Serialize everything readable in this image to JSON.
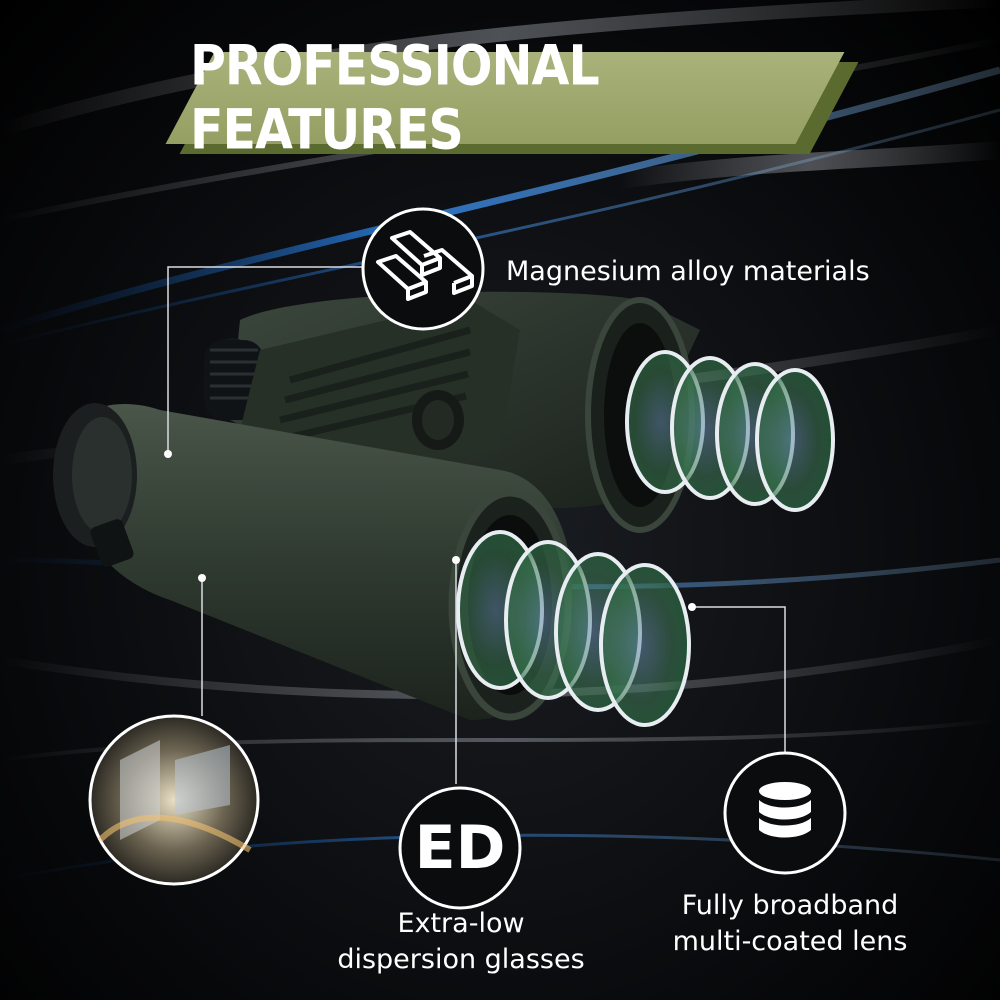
{
  "header": {
    "title": "PROFESSIONAL FEATURES"
  },
  "features": {
    "magnesium": {
      "label": "Magnesium alloy materials",
      "icon": "alloy-bars-icon"
    },
    "ed": {
      "badge": "ED",
      "line1": "Extra-low",
      "line2": "dispersion glasses"
    },
    "lens": {
      "line1": "Fully broadband",
      "line2": "multi-coated lens",
      "icon": "stacked-discs-icon"
    },
    "prism": {
      "icon": "prism-photo-icon"
    }
  },
  "colors": {
    "banner": "#959f63",
    "banner_shadow": "#5b6a2e",
    "body": "#2f3a30",
    "text": "#ffffff",
    "accent_glow": "#2a7bd6"
  }
}
